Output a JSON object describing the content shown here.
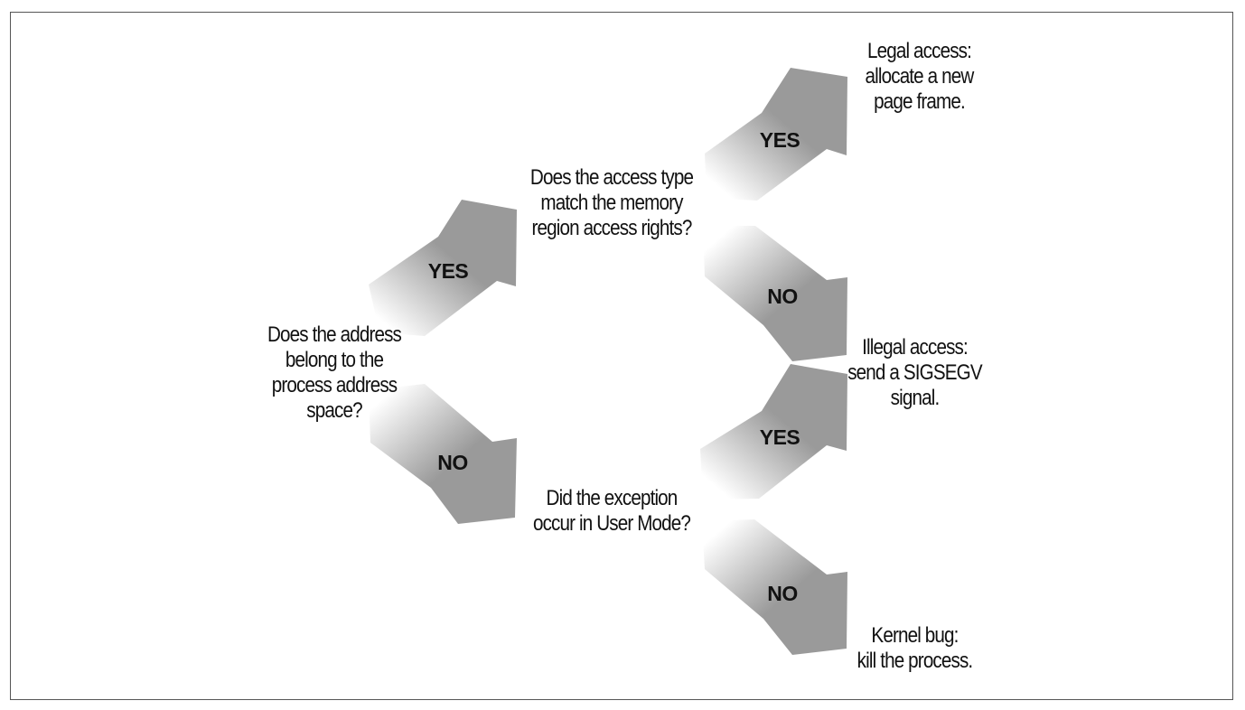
{
  "nodes": {
    "q_address": [
      "Does the address",
      "belong to the",
      "process address",
      "space?"
    ],
    "q_access": [
      "Does the access type",
      "match the memory",
      "region access rights?"
    ],
    "q_usermode": [
      "Did the exception",
      "occur in User Mode?"
    ],
    "r_legal": [
      "Legal access:",
      "allocate a new",
      "page frame."
    ],
    "r_illegal": [
      "Illegal access:",
      "send a SIGSEGV",
      "signal."
    ],
    "r_kernel": [
      "Kernel bug:",
      "kill the process."
    ]
  },
  "arrows": {
    "yes": "YES",
    "no": "NO"
  },
  "colors": {
    "arrow_dark": "#9a9a9a",
    "arrow_light": "#ffffff",
    "border": "#555555",
    "text": "#111111"
  }
}
